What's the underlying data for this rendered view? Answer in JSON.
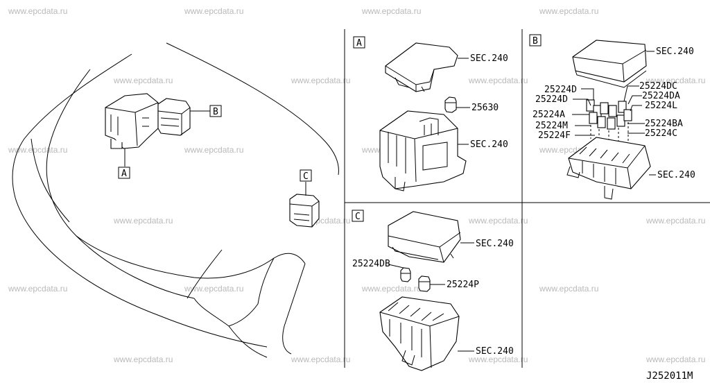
{
  "watermark": "www.epcdata.ru",
  "diagram_code": "J252011M",
  "callouts": {
    "overview": [
      "A",
      "B",
      "C"
    ],
    "panel_a": {
      "box": "A",
      "labels": [
        "SEC.240",
        "25630",
        "SEC.240"
      ]
    },
    "panel_b": {
      "box": "B",
      "labels": [
        "SEC.240",
        "25224D",
        "25224DC",
        "25224D",
        "25224DA",
        "25224L",
        "25224A",
        "25224M",
        "25224BA",
        "25224F",
        "25224C",
        "SEC.240"
      ]
    },
    "panel_c": {
      "box": "C",
      "labels": [
        "SEC.240",
        "25224DB",
        "25224P",
        "SEC.240"
      ]
    }
  }
}
